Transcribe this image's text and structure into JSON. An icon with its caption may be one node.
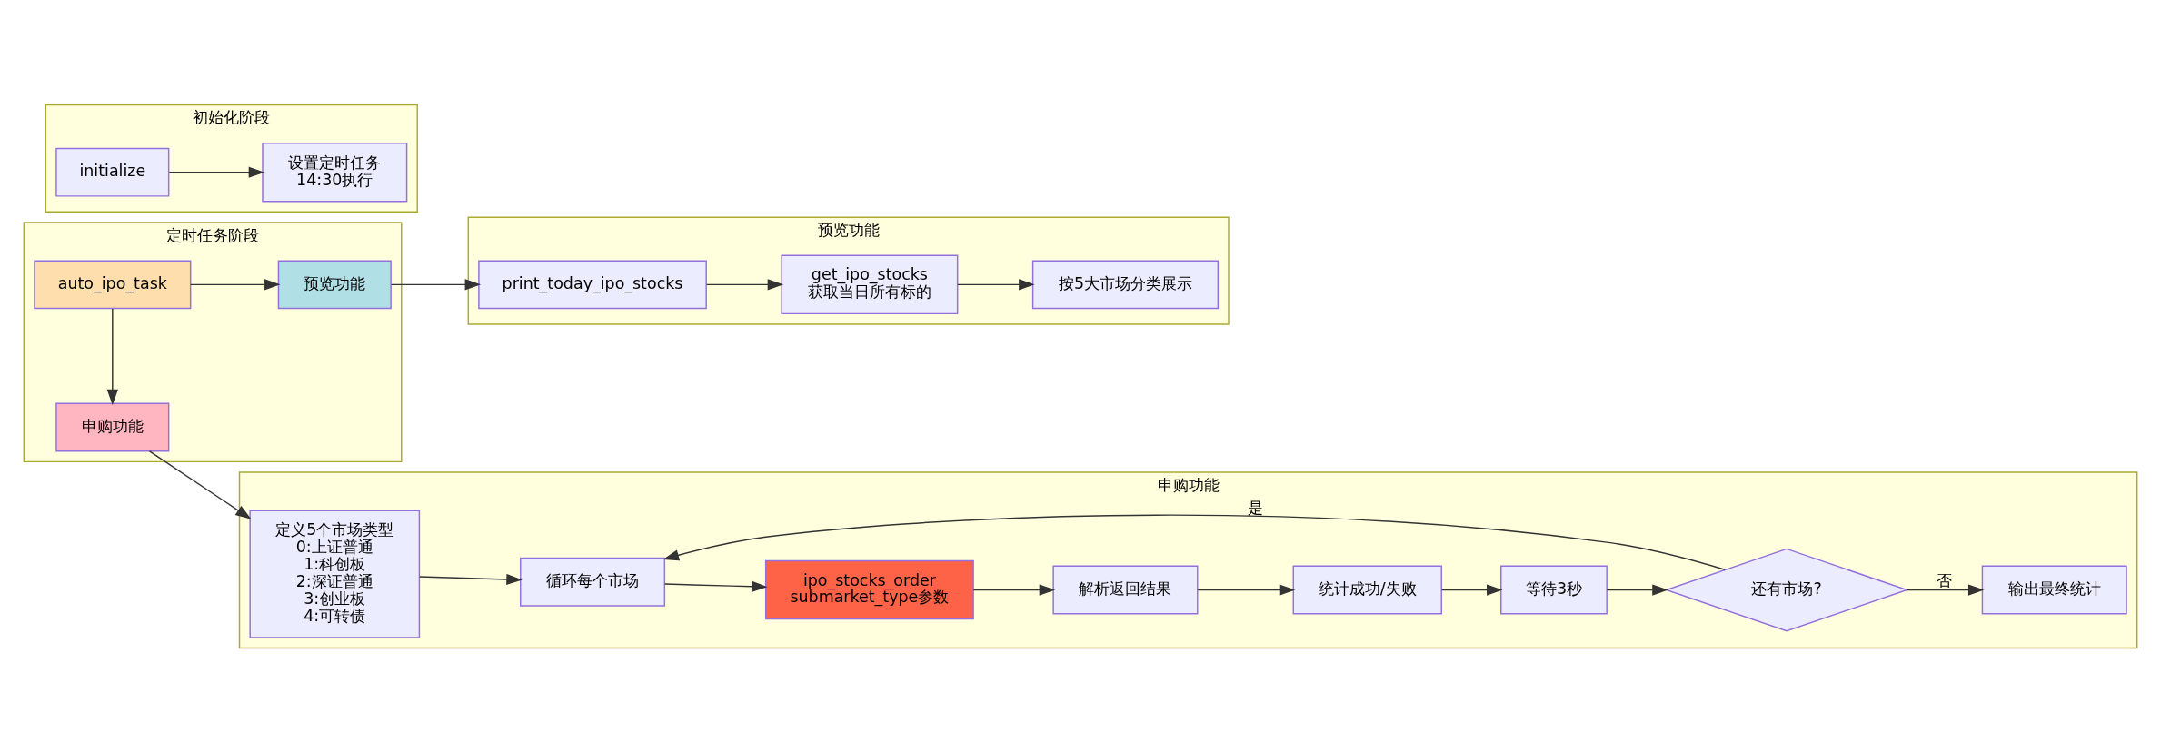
{
  "diagram": {
    "nodes": [
      {
        "text": [
          "定时任务阶段"
        ]
      },
      {
        "text": [
          "申购功能"
        ],
        "in": 0
      },
      {
        "text": [
          "auto_ipo_task"
        ],
        "in": 0
      },
      {
        "text": [
          "预览功能"
        ],
        "in": 0
      },
      {
        "text": [
          "申购功能"
        ]
      },
      {
        "text": [
          "定义5个市场类型",
          "0:上证普通",
          "1:科创板",
          "2:深证普通",
          "3:创业板",
          "4:可转债"
        ],
        "in": 4
      },
      {
        "text": [
          "循环每个市场"
        ],
        "in": 4
      },
      {
        "text": [
          "ipo_stocks_order",
          "submarket_type参数"
        ],
        "in": 4
      },
      {
        "text": [
          "解析返回结果"
        ],
        "in": 4
      },
      {
        "text": [
          "统计成功/失败"
        ],
        "in": 4
      },
      {
        "text": [
          "等待3秒"
        ],
        "in": 4
      },
      {
        "text": [
          "还有市场?"
        ],
        "in": 4
      },
      {
        "text": [
          "输出最终统计"
        ],
        "in": 4
      },
      {
        "text": [
          "预览功能"
        ]
      },
      {
        "text": [
          "print_today_ipo_stocks"
        ],
        "in": 13
      },
      {
        "text": [
          "get_ipo_stocks",
          "获取当日所有标的"
        ],
        "in": 13
      },
      {
        "text": [
          "按5大市场分类展示"
        ],
        "in": 13
      },
      {
        "text": [
          "初始化阶段"
        ]
      },
      {
        "text": [
          "initialize"
        ],
        "in": 17
      },
      {
        "text": [
          "设置定时任务",
          "14:30执行"
        ],
        "in": 17
      }
    ],
    "edges": [
      {
        "from": 2,
        "to": 1,
        "arrow": "to"
      },
      {
        "from": 2,
        "to": 3,
        "arrow": "to"
      },
      {
        "from": 1,
        "to": 5,
        "arrow": "to"
      },
      {
        "from": 5,
        "to": 6,
        "arrow": "to"
      },
      {
        "from": 6,
        "to": 7,
        "arrow": "to"
      },
      {
        "from": 7,
        "to": 8,
        "arrow": "to"
      },
      {
        "from": 8,
        "to": 9,
        "arrow": "to"
      },
      {
        "from": 9,
        "to": 10,
        "arrow": "to"
      },
      {
        "from": 10,
        "to": 11,
        "arrow": "to"
      },
      {
        "from": 11,
        "to": 12,
        "label": "否",
        "arrow": "to"
      },
      {
        "from": 11,
        "to": 6,
        "label": "是",
        "arrow": "to"
      },
      {
        "from": 3,
        "to": 14,
        "arrow": "to"
      },
      {
        "from": 14,
        "to": 15,
        "arrow": "to"
      },
      {
        "from": 15,
        "to": 16,
        "arrow": "to"
      },
      {
        "from": 18,
        "to": 19,
        "arrow": "to"
      }
    ]
  }
}
